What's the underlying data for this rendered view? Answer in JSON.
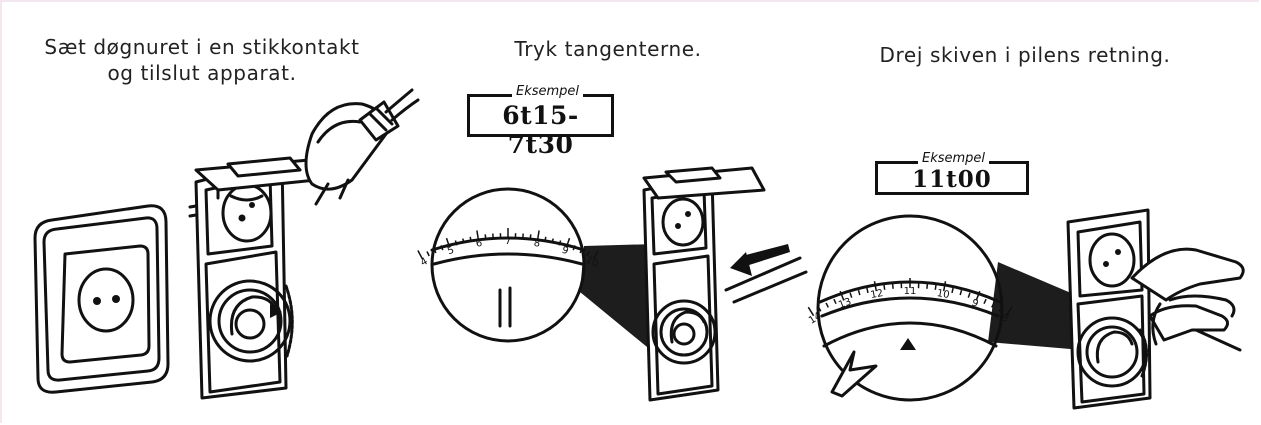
{
  "steps": [
    {
      "caption_line1": "Sæt døgnuret i en stikkontakt",
      "caption_line2": "og tilslut apparat."
    },
    {
      "caption_line1": "Tryk tangenterne."
    },
    {
      "caption_line1": "Drej skiven i pilens retning."
    }
  ],
  "examples": [
    {
      "label": "Eksempel",
      "value": "6t15-7t30"
    },
    {
      "label": "Eksempel",
      "value": "11t00"
    }
  ],
  "scale2_numbers": [
    "4",
    "5",
    "6",
    "7",
    "8",
    "9",
    "10"
  ],
  "scale3_numbers": [
    "14",
    "13",
    "12",
    "11",
    "10",
    "9",
    "8"
  ],
  "icons": [
    "wall-socket-icon",
    "timer-plug-icon",
    "appliance-plug-icon",
    "finger-press-arrow-icon",
    "hand-icon",
    "rotate-arrow-icon"
  ]
}
